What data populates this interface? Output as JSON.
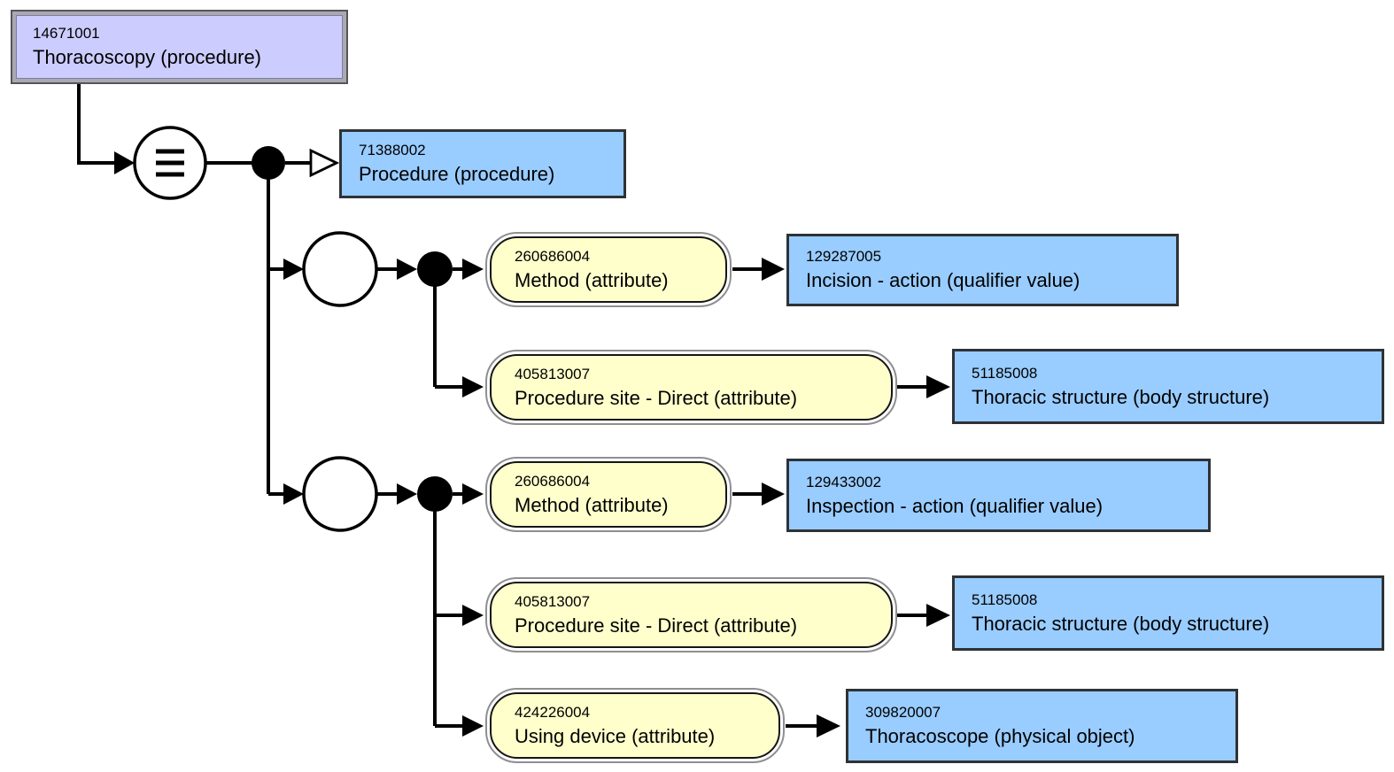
{
  "diagram": {
    "type": "snomed-ct-concept-definition",
    "concept": {
      "id": "14671001",
      "term": "Thoracoscopy (procedure)",
      "kind": "fully-defined-concept"
    },
    "definition_status_symbol": "≡",
    "supertype": {
      "id": "71388002",
      "term": "Procedure (procedure)",
      "kind": "concept"
    },
    "groups": [
      {
        "attributes": [
          {
            "attribute": {
              "id": "260686004",
              "term": "Method (attribute)"
            },
            "value": {
              "id": "129287005",
              "term": "Incision - action (qualifier value)"
            }
          },
          {
            "attribute": {
              "id": "405813007",
              "term": "Procedure site - Direct (attribute)"
            },
            "value": {
              "id": "51185008",
              "term": "Thoracic structure (body structure)"
            }
          }
        ]
      },
      {
        "attributes": [
          {
            "attribute": {
              "id": "260686004",
              "term": "Method (attribute)"
            },
            "value": {
              "id": "129433002",
              "term": "Inspection - action (qualifier value)"
            }
          },
          {
            "attribute": {
              "id": "405813007",
              "term": "Procedure site - Direct (attribute)"
            },
            "value": {
              "id": "51185008",
              "term": "Thoracic structure (body structure)"
            }
          },
          {
            "attribute": {
              "id": "424226004",
              "term": "Using device (attribute)"
            },
            "value": {
              "id": "309820007",
              "term": "Thoracoscope (physical object)"
            }
          }
        ]
      }
    ],
    "icons": {
      "definition_status": "equivalent-to-circle",
      "role_group": "empty-circle",
      "conjunction": "filled-black-dot",
      "is_a": "open-triangle-arrow",
      "attribute_arrow": "filled-triangle-arrow"
    },
    "colors": {
      "defined_concept_fill": "#ccccff",
      "concept_fill": "#99ccff",
      "attribute_fill": "#ffffcc",
      "connector": "#000000",
      "concept_border": "#2e3236",
      "defined_border_outer": "#55555c",
      "background": "#ffffff"
    }
  }
}
